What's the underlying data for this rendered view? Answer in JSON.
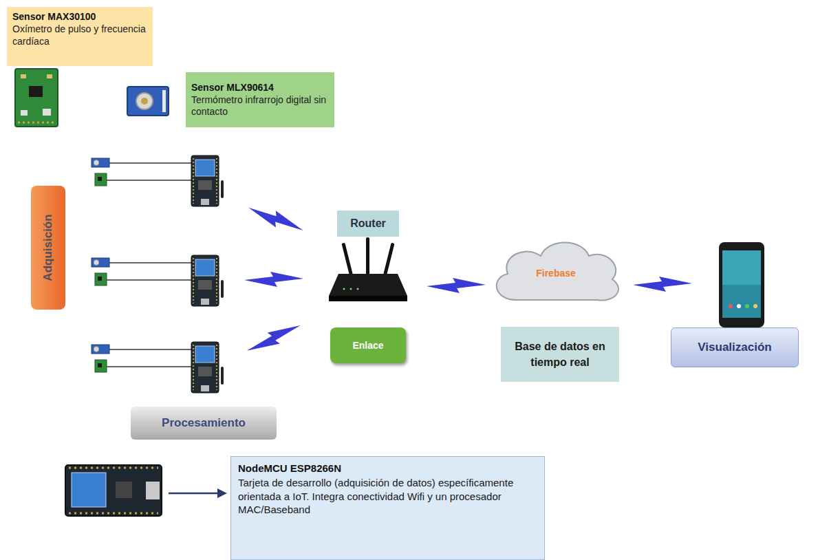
{
  "diagram": {
    "nodes": [
      {
        "text": [
          "Sensor MAX30100",
          "Oxímetro de pulso y frecuencia cardíaca"
        ]
      },
      {
        "text": [
          "Sensor MLX90614",
          "Termómetro infrarrojo digital sin contacto"
        ]
      },
      {
        "text": [
          "Adquisición"
        ]
      },
      {
        "text": [
          "Router"
        ]
      },
      {
        "text": [
          "Enlace"
        ]
      },
      {
        "text": [
          "Firebase"
        ]
      },
      {
        "text": [
          "Base de datos en tiempo real"
        ]
      },
      {
        "text": [
          "Visualización"
        ]
      },
      {
        "text": [
          "Procesamiento"
        ]
      },
      {
        "text": [
          "NodeMCU ESP8266N",
          "Tarjeta de desarrollo (adquisición de datos) específicamente orientada a IoT. Integra conectividad Wifi y un procesador MAC/Baseband"
        ]
      }
    ]
  }
}
